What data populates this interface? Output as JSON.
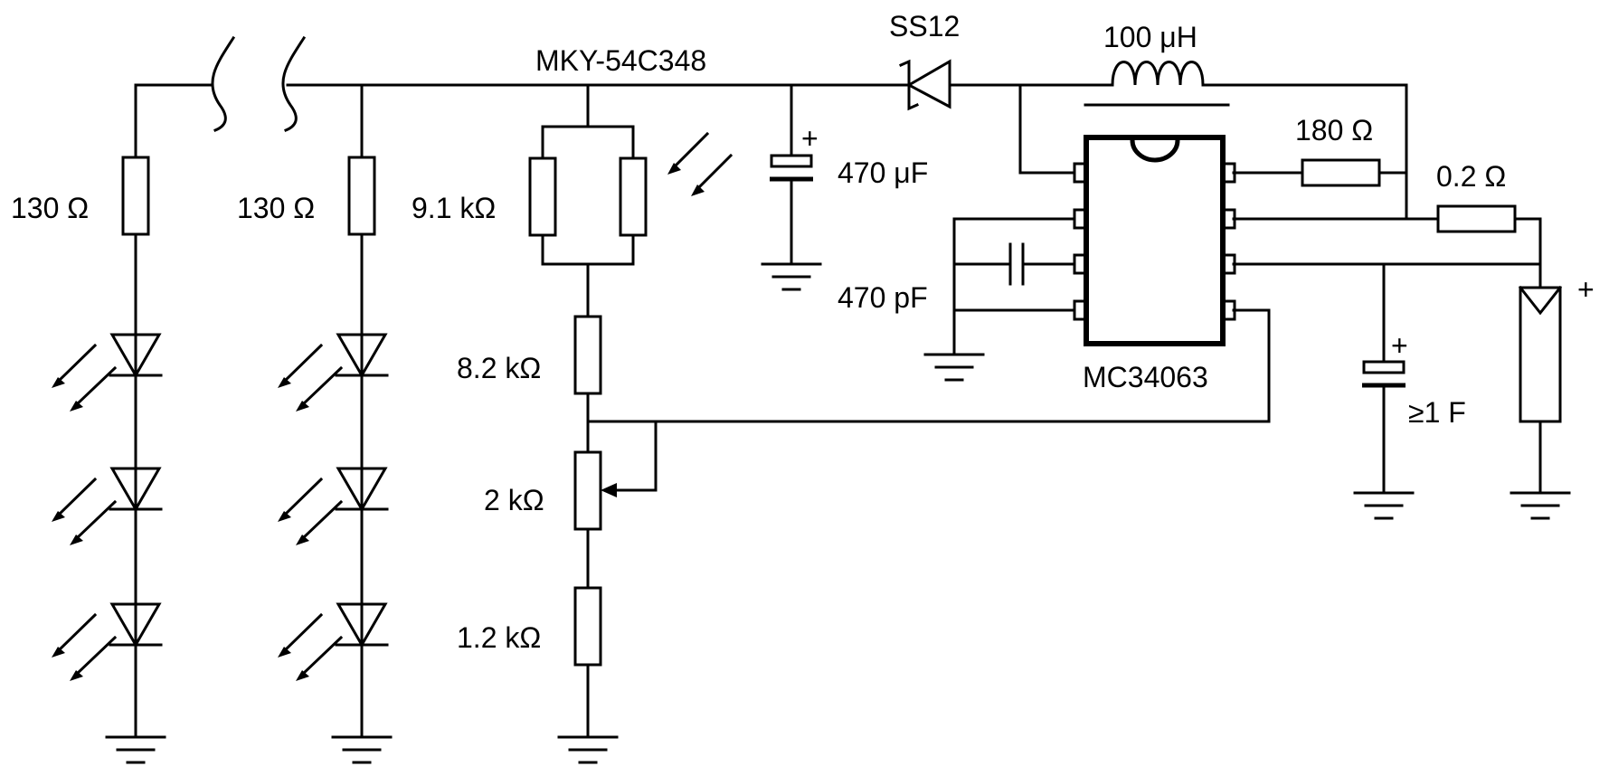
{
  "labels": {
    "led_resistor_1": "130 Ω",
    "led_resistor_2": "130 Ω",
    "photo_resistor": "9.1 kΩ",
    "line_name": "MKY-54C348",
    "diode": "SS12",
    "inductor": "100 μH",
    "cap_in": "470 μF",
    "cap_in_polarity": "+",
    "cap_timing": "470 pF",
    "resistor_180": "180 Ω",
    "resistor_sense": "0.2 Ω",
    "ic": "MC34063",
    "r_82": "8.2 kΩ",
    "pot_2k": "2 kΩ",
    "r_12": "1.2 kΩ",
    "cap_out": "≥1 F",
    "cap_out_polarity": "+",
    "solar_polarity": "+"
  }
}
